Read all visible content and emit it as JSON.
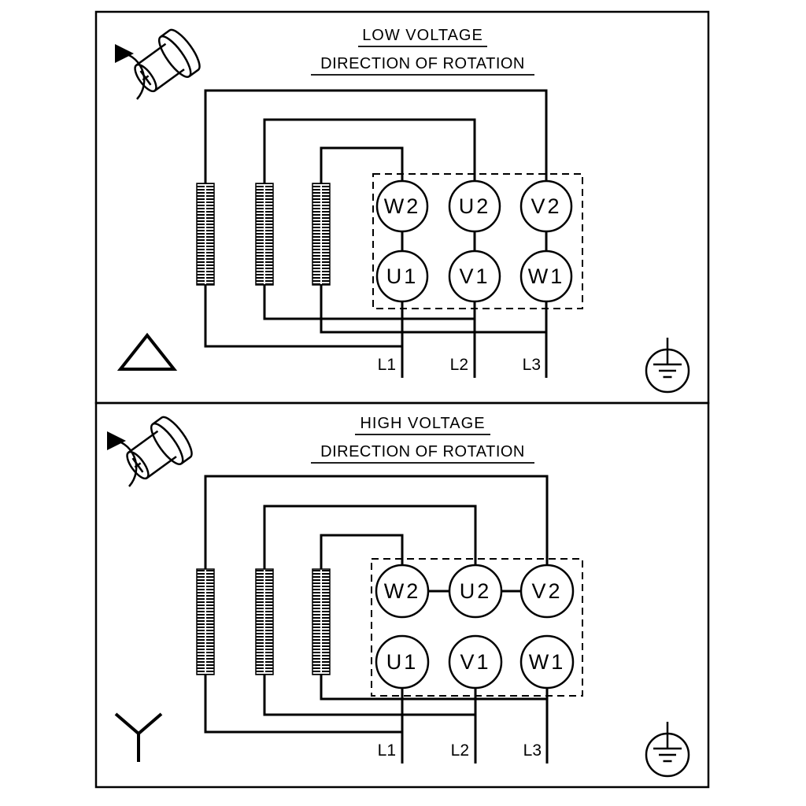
{
  "panels": [
    {
      "title": "LOW VOLTAGE",
      "subtitle": "DIRECTION OF ROTATION",
      "connection_symbol": "delta",
      "terminals": {
        "top": [
          "W2",
          "U2",
          "V2"
        ],
        "bottom": [
          "U1",
          "V1",
          "W1"
        ]
      },
      "supply_lines": [
        "L1",
        "L2",
        "L3"
      ],
      "icons": [
        "shaft-rotation-icon",
        "delta-connection-icon",
        "earth-ground-icon"
      ]
    },
    {
      "title": "HIGH VOLTAGE",
      "subtitle": "DIRECTION OF ROTATION",
      "connection_symbol": "star",
      "terminals": {
        "top": [
          "W2",
          "U2",
          "V2"
        ],
        "bottom": [
          "U1",
          "V1",
          "W1"
        ]
      },
      "supply_lines": [
        "L1",
        "L2",
        "L3"
      ],
      "icons": [
        "shaft-rotation-icon",
        "star-connection-icon",
        "earth-ground-icon"
      ]
    }
  ],
  "colors": {
    "line": "#000000",
    "background": "#ffffff"
  }
}
